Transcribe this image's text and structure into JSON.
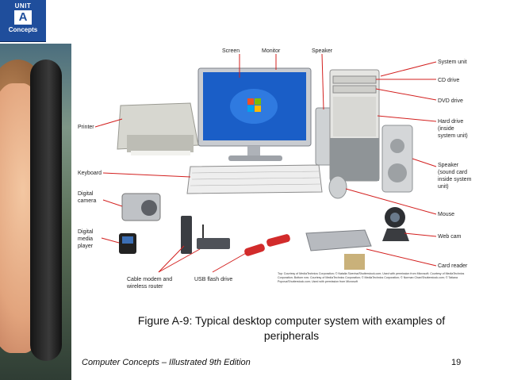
{
  "badge": {
    "unit": "UNIT",
    "letter": "A",
    "concepts": "Concepts"
  },
  "figure": {
    "labels": {
      "screen": "Screen",
      "monitor": "Monitor",
      "speaker_top": "Speaker",
      "system_unit": "System unit",
      "cd_drive": "CD drive",
      "dvd_drive": "DVD drive",
      "hard_drive_1": "Hard drive",
      "hard_drive_2": "(inside",
      "hard_drive_3": "system unit)",
      "speaker_r1": "Speaker",
      "speaker_r2": "(sound card",
      "speaker_r3": "inside system",
      "speaker_r4": "unit)",
      "mouse": "Mouse",
      "web_cam": "Web cam",
      "card_reader": "Card reader",
      "printer": "Printer",
      "keyboard": "Keyboard",
      "digital_camera_1": "Digital",
      "digital_camera_2": "camera",
      "media_player_1": "Digital",
      "media_player_2": "media",
      "media_player_3": "player",
      "cable_modem_1": "Cable modem and",
      "cable_modem_2": "wireless router",
      "usb_flash": "USB flash drive"
    },
    "credits": "Top: Courtesy of MediaTechnics Corporation; © Natalia Siverina/Shutterstock.com; Used with permission from Microsoft; Courtesy of MediaTechnics Corporation; Bottom row: Courtesy of MediaTechnics Corporation; © MediaTechnics Corporation; © Norman Chan/Shutterstock.com; © Tatiana Popova/Shutterstock.com; Used with permission from Microsoft"
  },
  "caption": "Figure A-9: Typical desktop computer system with examples of peripherals",
  "footer": {
    "title": "Computer Concepts – Illustrated 9th Edition",
    "page": "19"
  },
  "colors": {
    "accent_line": "#d3201f",
    "badge_blue": "#1f4e9c"
  }
}
